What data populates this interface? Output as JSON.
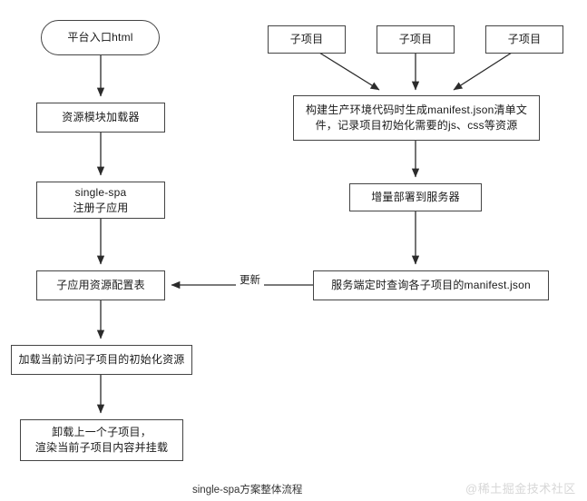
{
  "diagram": {
    "title": "single-spa方案整体流程",
    "watermark": "@稀土掘金技术社区",
    "stroke_color": "#444444",
    "background_color": "#ffffff",
    "text_color": "#1a1a1a",
    "watermark_color": "#d7d7d7",
    "left_flow": {
      "entry": "平台入口html",
      "loader": "资源模块加载器",
      "register_line1": "single-spa",
      "register_line2": "注册子应用",
      "config_table": "子应用资源配置表",
      "load_resources": "加载当前访问子项目的初始化资源",
      "mount_line1": "卸载上一个子项目，",
      "mount_line2": "渲染当前子项目内容并挂载"
    },
    "right_flow": {
      "sub_projects": [
        "子项目",
        "子项目",
        "子项目"
      ],
      "build_manifest_line1": "构建生产环境代码时生成manifest.json清单文",
      "build_manifest_line2": "件，记录项目初始化需要的js、css等资源",
      "deploy": "增量部署到服务器",
      "server_query": "服务端定时查询各子项目的manifest.json"
    },
    "edges": {
      "update_label": "更新"
    }
  }
}
